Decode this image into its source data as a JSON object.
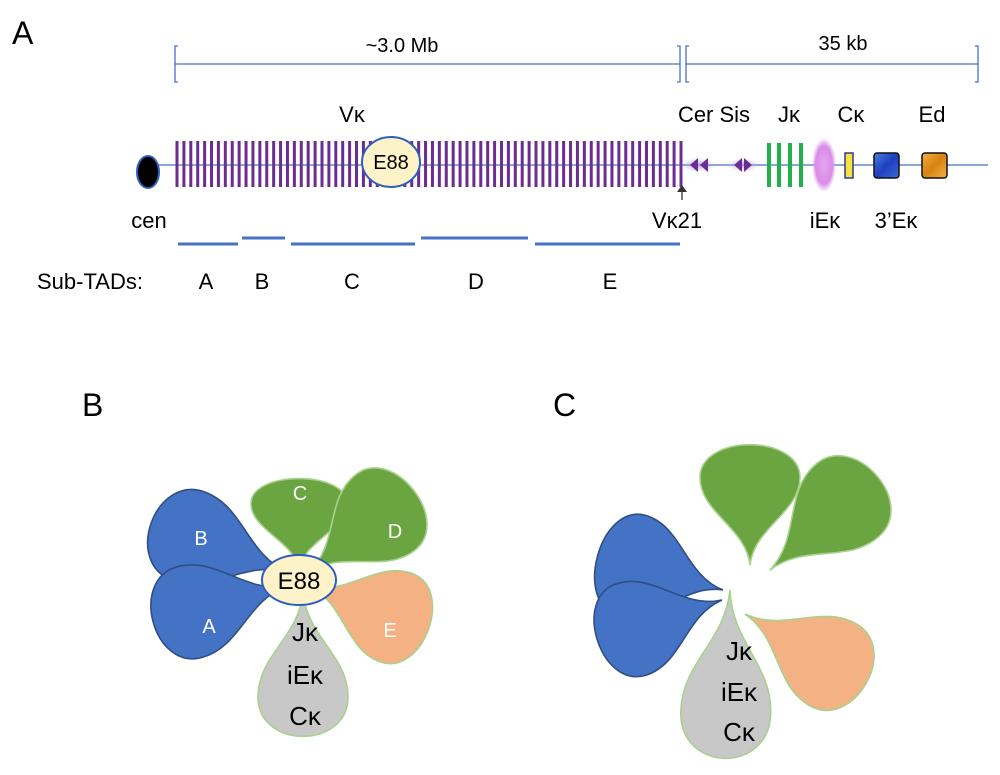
{
  "panels": {
    "a": "A",
    "b": "B",
    "c": "C"
  },
  "scale": {
    "large": "~3.0 Mb",
    "small": "35 kb"
  },
  "locus": {
    "vk": "Vκ",
    "cer_sis": "Cer Sis",
    "jk": "Jκ",
    "ck": "Cκ",
    "ed": "Ed",
    "e88": "E88",
    "cen": "cen",
    "vk21": "Vκ21",
    "iek": "iEκ",
    "3ek": "3’Eκ",
    "v_segment_count": 74
  },
  "subtads": {
    "label": "Sub-TADs:",
    "items": [
      "A",
      "B",
      "C",
      "D",
      "E"
    ]
  },
  "flower_b": {
    "petals": [
      "A",
      "B",
      "C",
      "D",
      "E"
    ],
    "center": "E88",
    "jk": "Jκ",
    "iek": "iEκ",
    "ck": "Cκ"
  },
  "flower_c": {
    "jk": "Jκ",
    "iek": "iEκ",
    "ck": "Cκ"
  },
  "colors": {
    "v_segments": "#6b2d91",
    "line": "#4472c4",
    "green": "#6aa542",
    "blue": "#4472c4",
    "orange": "#f4b183",
    "gray": "#c8c8c8",
    "jk_green": "#22b04b",
    "iek_pink": "#d98ce8",
    "ck_yellow": "#f5e23d",
    "e88_fill": "#fdf2c8"
  }
}
